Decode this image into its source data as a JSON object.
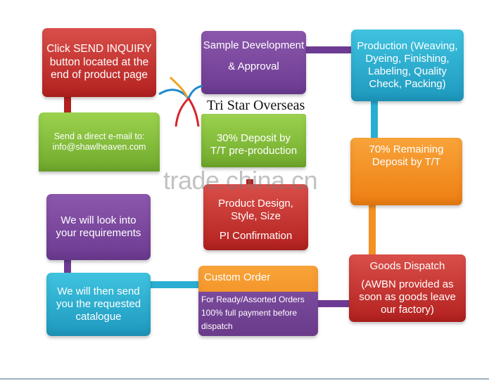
{
  "boxes": {
    "send_inquiry": "Click SEND INQUIRY button located at the end of product page",
    "direct_email_line1": "Send a direct e-mail to:",
    "direct_email_line2": "info@shawlheaven.com",
    "look_into": "We will look into your requirements",
    "send_catalogue": "We will then send you the requested catalogue",
    "sample_dev": "Sample Development",
    "sample_approval": "& Approval",
    "deposit": "30% Deposit by T/T pre-production",
    "product_design": "Product Design, Style, Size",
    "pi_confirmation": "PI Confirmation",
    "custom_order_title": "Custom Order",
    "custom_order_body": "For Ready/Assorted Orders 100% full payment before dispatch",
    "production": "Production (Weaving, Dyeing, Finishing, Labeling, Quality Check, Packing)",
    "remaining_deposit": "70% Remaining Deposit by T/T",
    "goods_dispatch": "Goods Dispatch",
    "awbn": "(AWBN provided as soon as goods leave our factory)"
  },
  "brand": {
    "name": "Tri Star Overseas"
  },
  "watermark": "trade.china.cn",
  "colors": {
    "red": "#c0302b",
    "purple": "#7a4a9c",
    "cyan": "#29aed2",
    "green": "#84bd3c",
    "orange": "#f39122",
    "connector_red": "#b2221f",
    "connector_purple": "#6d3b93",
    "connector_cyan": "#29aed2",
    "connector_orange": "#f39122"
  }
}
